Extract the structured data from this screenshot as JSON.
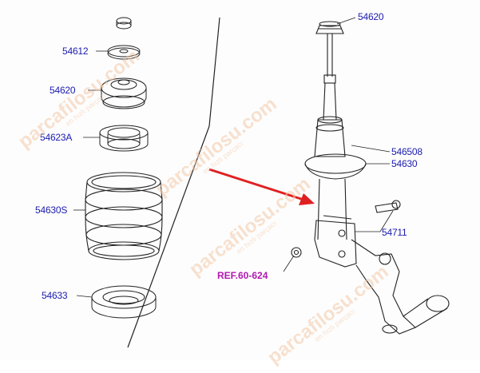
{
  "labels": {
    "part_54612": "54612",
    "part_54620": "54620",
    "part_54623a": "54623A",
    "part_54630s": "54630S",
    "part_54633": "54633",
    "part_546508": "546508",
    "part_54630_right": "54630",
    "part_54711": "54711",
    "part_top_right": "54620",
    "ref": "REF.60-624"
  },
  "watermark": {
    "site": "parcafilosu.com",
    "tagline": "en hızlı parçacı"
  },
  "colors": {
    "label": "#1b1bb0",
    "ref": "#b01ab0",
    "arrow": "#e02020",
    "line": "#222222"
  }
}
